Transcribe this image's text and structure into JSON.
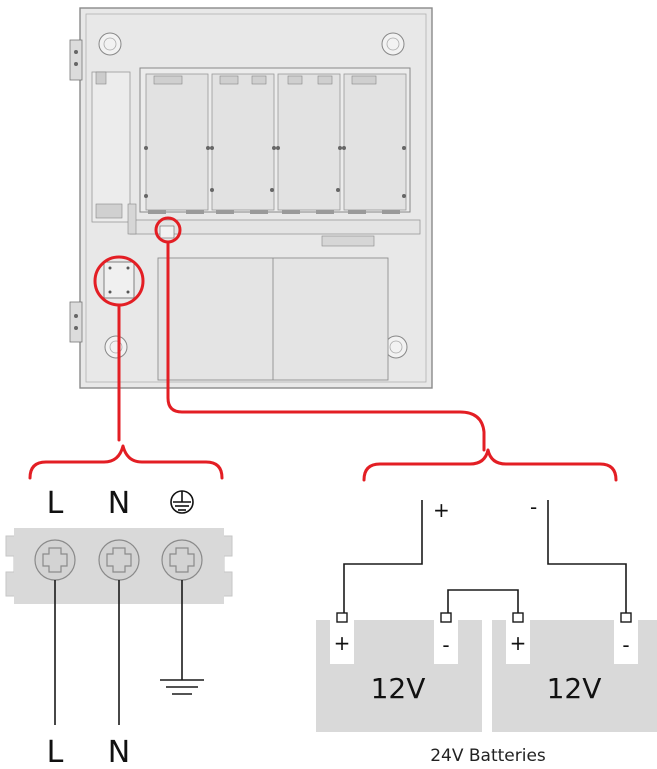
{
  "mains_terminal": {
    "top_labels": {
      "live": "L",
      "neutral": "N"
    },
    "bottom_labels": {
      "live": "L",
      "neutral": "N"
    },
    "earth_icon": "protective-earth-symbol"
  },
  "batteries": {
    "plus_symbol": "+",
    "minus_symbol": "-",
    "battery_left": {
      "voltage": "12V",
      "pos_label": "+",
      "neg_label": "-"
    },
    "battery_right": {
      "voltage": "12V",
      "pos_label": "+",
      "neg_label": "-"
    },
    "caption": "24V Batteries"
  },
  "colors": {
    "highlight": "#e31e24",
    "panel": "#e6e6e6",
    "battery": "#d9d9d9",
    "wire": "#1a1a1a"
  }
}
